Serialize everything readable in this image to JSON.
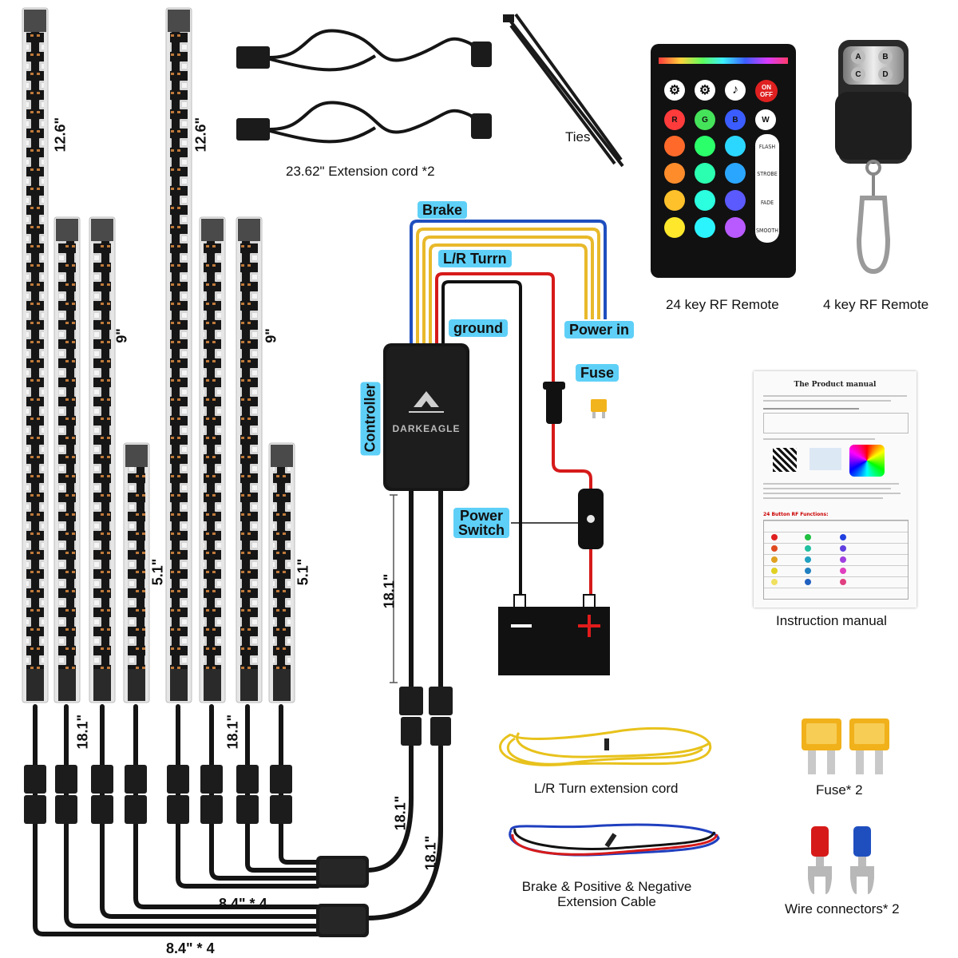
{
  "strip_lengths": {
    "long": "12.6\"",
    "medium": "9\"",
    "short": "5.1\""
  },
  "cable_lengths": {
    "strip_lead": "18.1\"",
    "controller_lead": "18.1\"",
    "splitter_upper": "8.4\" * 4",
    "splitter_lower": "8.4\" * 4"
  },
  "items": {
    "extension_cord": "23.62\" Extension cord *2",
    "ties": "Ties",
    "remote_24": "24 key RF Remote",
    "remote_4": "4 key RF Remote",
    "manual": "Instruction manual",
    "lr_turn_cord": "L/R Turn extension cord",
    "fuse": "Fuse* 2",
    "brake_cable": "Brake & Positive & Negative\nExtension Cable",
    "wire_connectors": "Wire connectors* 2"
  },
  "wiring_tags": {
    "brake": "Brake",
    "lr_turn": "L/R Turrn",
    "ground": "ground",
    "power_in": "Power in",
    "fuse": "Fuse",
    "controller": "Controller",
    "power_switch": "Power\nSwitch"
  },
  "controller_brand": "DARKEAGLE",
  "battery": {
    "negative": "−",
    "positive": "+"
  },
  "remote_24_keys": {
    "on_off": "ON\nOFF",
    "r": "R",
    "g": "G",
    "b": "B",
    "w": "W",
    "flash": "FLASH",
    "strobe": "STROBE",
    "fade": "FADE",
    "smooth": "SMOOTH"
  },
  "remote_4_keys": [
    "A",
    "B",
    "C",
    "D"
  ],
  "manual_content": {
    "title": "The Product manual",
    "rf_heading": "24 Button RF Functions:"
  },
  "colors": {
    "tag_blue": "#5ed0f7",
    "wire_blue": "#1f4fbf",
    "wire_yellow": "#e8b92a",
    "wire_red": "#d61a1a",
    "wire_black": "#111111",
    "battery_plus": "#e11b1b"
  }
}
